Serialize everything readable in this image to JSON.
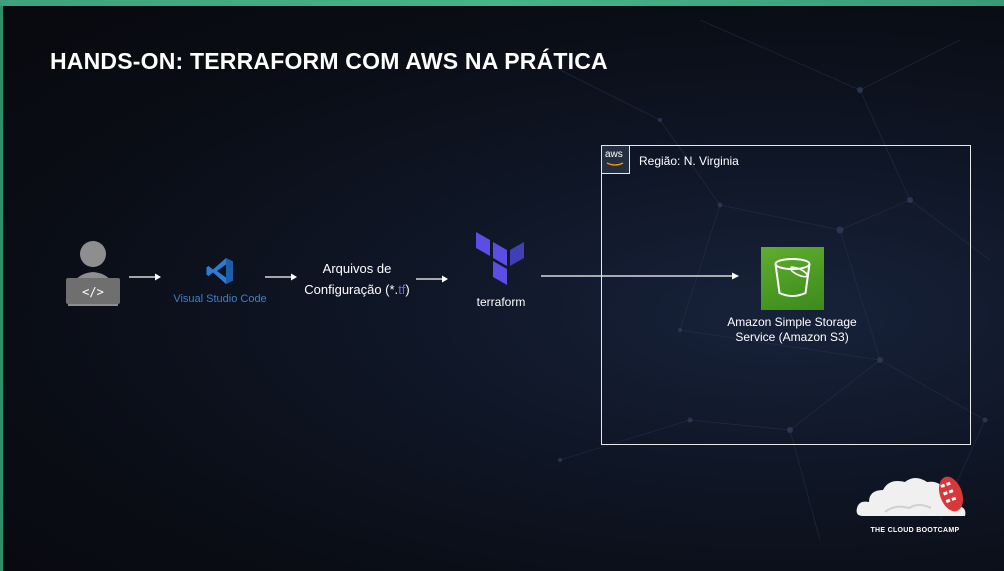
{
  "slide": {
    "title": "HANDS-ON: TERRAFORM COM AWS NA PRÁTICA"
  },
  "flow": {
    "developer": {
      "icon": "developer-laptop-code-icon"
    },
    "editor": {
      "icon": "visual-studio-code-icon",
      "label": "Visual Studio Code"
    },
    "config_files": {
      "line1": "Arquivos de",
      "line2_prefix": "Configuração (*.",
      "line2_ext": "tf",
      "line2_suffix": ")"
    },
    "terraform": {
      "icon": "terraform-logo-icon",
      "label": "terraform"
    }
  },
  "aws": {
    "badge": "aws",
    "region_label": "Região: N. Virginia",
    "s3": {
      "icon": "s3-bucket-icon",
      "label_line1": "Amazon Simple Storage",
      "label_line2": "Service (Amazon S3)"
    }
  },
  "brand": {
    "icon": "cloud-bootprint-logo-icon",
    "text": "THE CLOUD BOOTCAMP"
  },
  "colors": {
    "accent_green": "#47b489",
    "vscode_blue": "#3a7fd0",
    "terraform_purple": "#7b5ce6",
    "s3_green": "#5fae2f",
    "brand_red": "#d8383a"
  }
}
